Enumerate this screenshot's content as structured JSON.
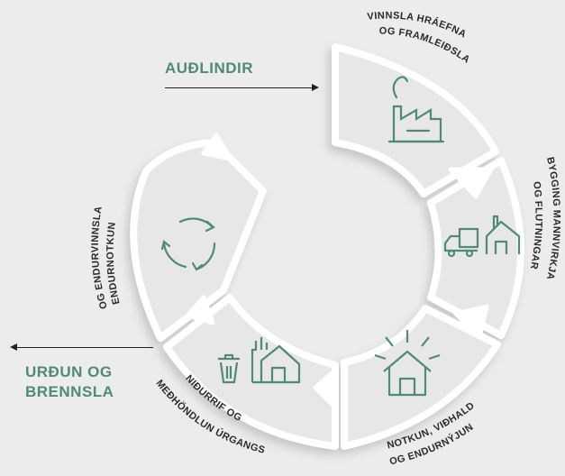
{
  "input_label": "AUÐLINDIR",
  "output_label": [
    "URÐUN OG",
    "BRENNSLA"
  ],
  "stages": [
    {
      "lines": [
        "VINNSLA HRÁEFNA",
        "OG FRAMLEIÐSLA"
      ],
      "icon": "factory-icon"
    },
    {
      "lines": [
        "BYGGING MANNVIRKJA",
        "OG FLUTNINGAR"
      ],
      "icon": "truck-house-icon"
    },
    {
      "lines": [
        "NOTKUN, VIÐHALD",
        "OG ENDURNÝJUN"
      ],
      "icon": "house-burst-icon"
    },
    {
      "lines": [
        "NIÐURRIF OG",
        "MEÐHÖNDLUN ÚRGANGS"
      ],
      "icon": "trash-building-icon"
    },
    {
      "lines": [
        "ENDURNOTKUN",
        "OG ENDURVINNSLA"
      ],
      "icon": "recycle-arrows-icon"
    }
  ],
  "colors": {
    "background": "#ececec",
    "accent": "#4e8a7a",
    "ring": "#ffffff",
    "text": "#2a2a2a"
  }
}
